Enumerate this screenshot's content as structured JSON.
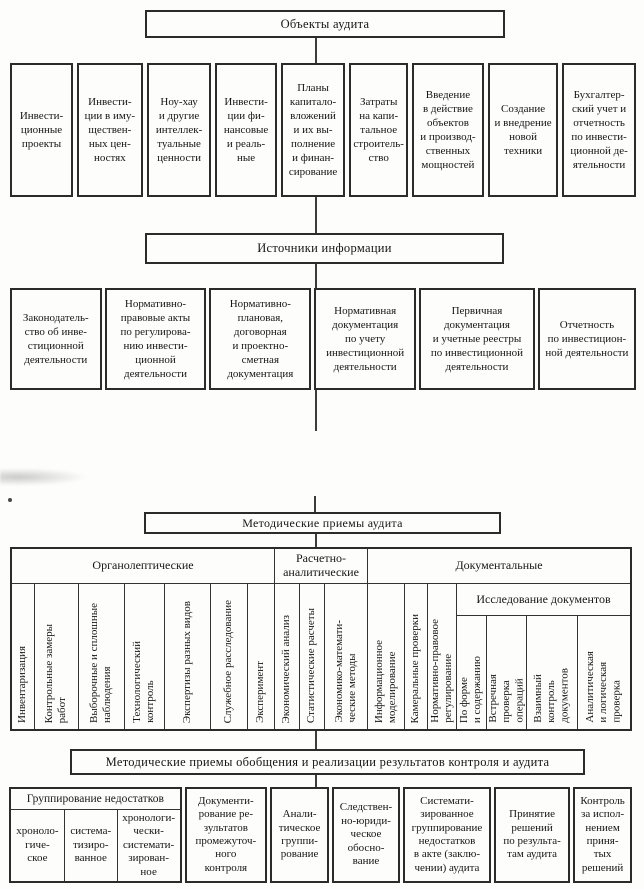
{
  "audit_objects": {
    "title": "Объекты аудита",
    "items": [
      "Инвести-\nционные\nпроекты",
      "Инвести-\nции в иму-\nществен-\nных цен-\nностях",
      "Ноу-хау\nи другие\nинтеллек-\nтуальные\nценности",
      "Инвести-\nции фи-\nнансовые\nи реаль-\nные",
      "Планы\nкапитало-\nвложений\nи их вы-\nполнение\nи финан-\nсирование",
      "Затраты\nна капи-\nтальное\nстроитель-\nство",
      "Введение\nв действие\nобъектов\nи производ-\nственных\nмощностей",
      "Создание\nи внедрение\nновой\nтехники",
      "Бухгалтер-\nский учет и\nотчетность\nпо инвести-\nционной де-\nятельности"
    ]
  },
  "info_sources": {
    "title": "Источники информации",
    "items": [
      "Законодатель-\nство об инве-\nстиционной\nдеятельности",
      "Нормативно-\nправовые акты\nпо регулирова-\nнию инвести-\nционной\nдеятельности",
      "Нормативно-\nплановая,\nдоговорная\nи проектно-\nсметная\nдокументация",
      "Нормативная\nдокументация\nпо учету\nинвестиционной\nдеятельности",
      "Первичная\nдокументация\nи учетные реестры\nпо инвестиционной\nдеятельности",
      "Отчетность\nпо инвестицион-\nной деятельности"
    ]
  },
  "audit_methods": {
    "title": "Методические приемы аудита",
    "groups": [
      {
        "label": "Органолептические",
        "items": [
          "Инвентаризация",
          "Контрольные замеры\nработ",
          "Выборочные и сплошные\nнаблюдения",
          "Технологический\nконтроль",
          "Экспертизы разных видов",
          "Служебное расследование",
          "Эксперимент"
        ]
      },
      {
        "label": "Расчетно-\nаналитические",
        "items": [
          "Экономический анализ",
          "Статистические расчеты",
          "Экономико-математи-\nческие методы"
        ]
      },
      {
        "label": "Документальные",
        "items": [
          "Информационное\nмоделирование",
          "Камеральные проверки",
          "Нормативно-правовое\nрегулирование"
        ],
        "subgroup": {
          "label": "Исследование документов",
          "items": [
            "По форме\nи содержанию",
            "Встречная\nпроверка\nопераций",
            "Взаимный\nконтроль\nдокументов",
            "Аналитическая\nи логическая\nпроверка"
          ]
        }
      }
    ]
  },
  "summary": {
    "title": "Методические приемы обобщения и реализации результатов контроля и аудита",
    "group": {
      "label": "Группирование недостатков",
      "items": [
        "хроноло-\nгиче-\nское",
        "система-\nтизиро-\nванное",
        "хронологи-\nчески-\nсистемати-\nзирован-\nное"
      ]
    },
    "items": [
      "Документи-\nрование ре-\nзультатов\nпромежуточ-\nного\nконтроля",
      "Анали-\nтическое\nгруппи-\nрование",
      "Следствен-\nно-юриди-\nческое\nобосно-\nвание",
      "Системати-\nзированное\nгруппирование\nнедостатков\nв акте (заклю-\nчении) аудита",
      "Принятие\nрешений\nпо результа-\nтам аудита",
      "Контроль\nза испол-\nнением\nприня-\nтых\nрешений"
    ]
  }
}
